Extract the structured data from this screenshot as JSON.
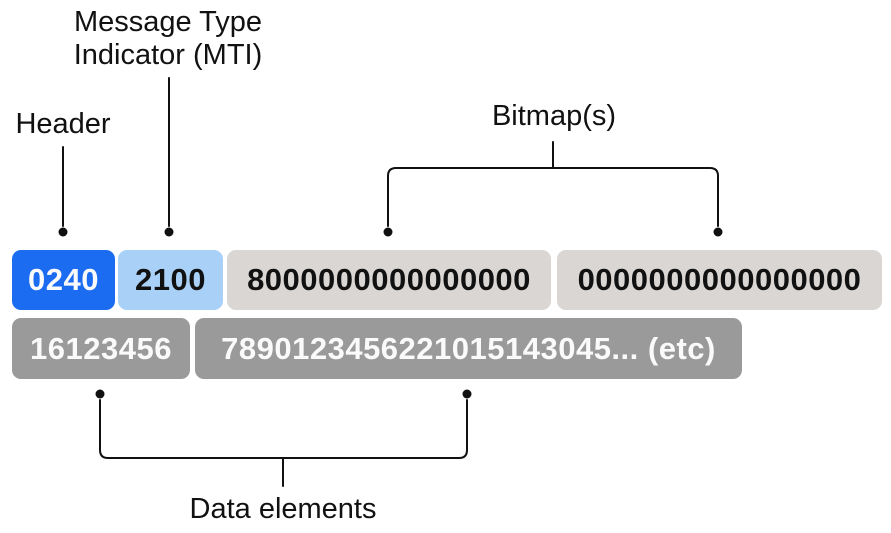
{
  "labels": {
    "mti_line1": "Message Type",
    "mti_line2": "Indicator (MTI)",
    "header": "Header",
    "bitmaps": "Bitmap(s)",
    "data_elements": "Data elements"
  },
  "message": {
    "header_value": "0240",
    "mti_value": "2100",
    "bitmap1_value": "8000000000000000",
    "bitmap2_value": "0000000000000000",
    "data_element1_value": "16123456",
    "data_element2_value": "7890123456221015143045... (etc)"
  },
  "colors": {
    "header_block": "#1c6cf2",
    "mti_block": "#a9d1f7",
    "bitmap_block": "#d9d6d3",
    "data_block": "#9a9a9a",
    "line": "#111111",
    "text_dark": "#111111",
    "text_light": "#fafafa"
  }
}
